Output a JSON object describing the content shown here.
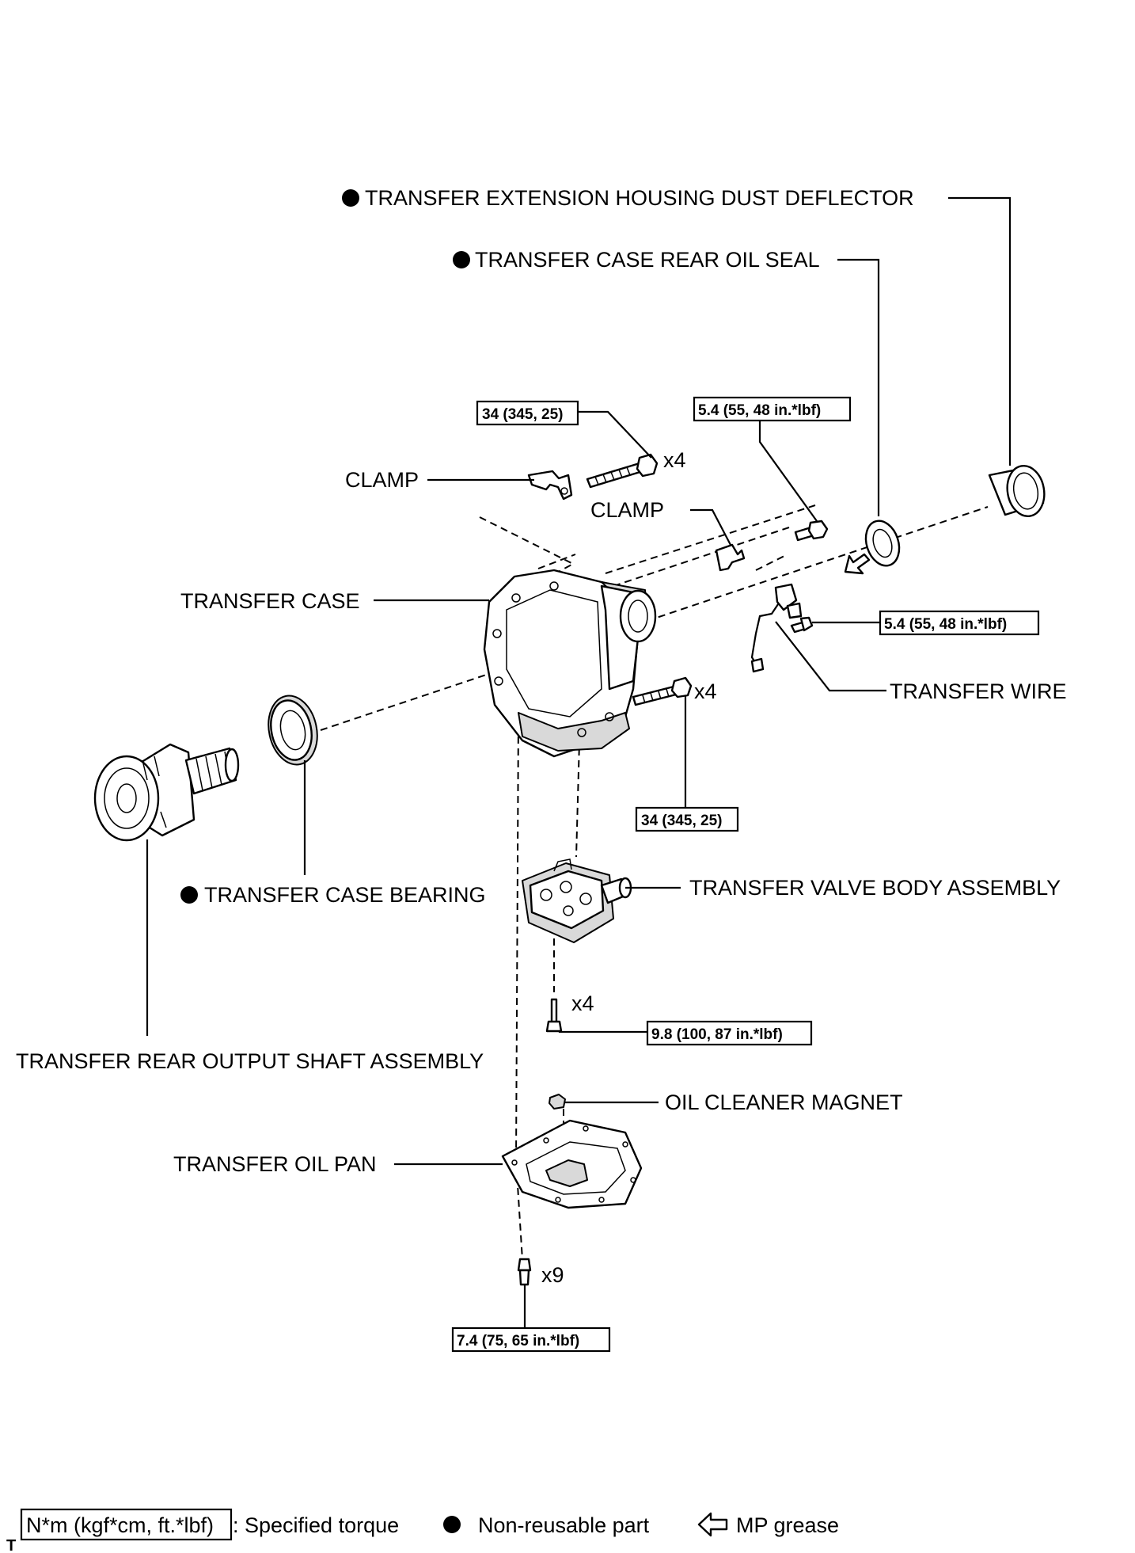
{
  "labels": {
    "dust_deflector": "TRANSFER EXTENSION HOUSING DUST DEFLECTOR",
    "rear_oil_seal": "TRANSFER CASE REAR OIL SEAL",
    "clamp_left": "CLAMP",
    "clamp_center": "CLAMP",
    "transfer_case": "TRANSFER CASE",
    "transfer_wire": "TRANSFER WIRE",
    "case_bearing": "TRANSFER CASE BEARING",
    "valve_body": "TRANSFER VALVE BODY ASSEMBLY",
    "rear_output_shaft": "TRANSFER REAR OUTPUT SHAFT ASSEMBLY",
    "oil_cleaner_magnet": "OIL CLEANER MAGNET",
    "oil_pan": "TRANSFER OIL PAN"
  },
  "torques": {
    "clamp_bolt": "34 (345, 25)",
    "clamp_center_bolt": "5.4 (55, 48 in.*lbf)",
    "wire_bolt": "5.4 (55, 48 in.*lbf)",
    "case_bolt": "34 (345, 25)",
    "valve_body_bolt": "9.8 (100, 87 in.*lbf)",
    "oil_pan_bolt": "7.4 (75, 65 in.*lbf)"
  },
  "counts": {
    "clamp_bolt": "x4",
    "case_bolt": "x4",
    "valve_body_bolt": "x4",
    "oil_pan_bolt": "x9"
  },
  "legend": {
    "torque_box": "N*m (kgf*cm, ft.*lbf)",
    "torque_desc": ": Specified torque",
    "nonreusable_desc": "Non-reusable part",
    "grease_desc": "MP grease"
  },
  "corner_mark": "T"
}
